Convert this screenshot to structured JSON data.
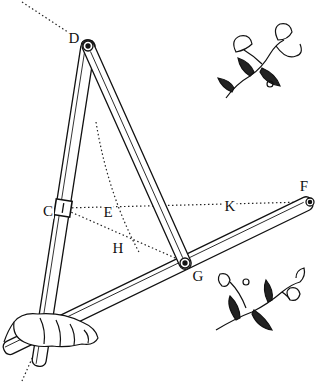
{
  "diagram": {
    "labels": [
      "D",
      "C",
      "E",
      "H",
      "G",
      "K",
      "F"
    ]
  }
}
